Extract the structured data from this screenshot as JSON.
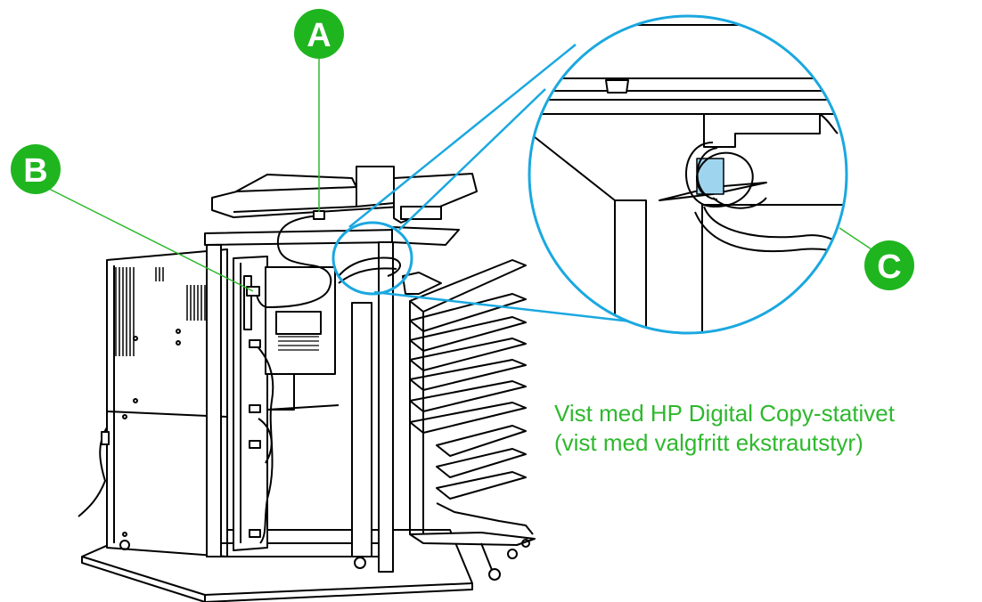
{
  "callouts": {
    "a": {
      "letter": "A"
    },
    "b": {
      "letter": "B"
    },
    "c": {
      "letter": "C"
    }
  },
  "caption": {
    "line1": "Vist med HP Digital Copy-stativet",
    "line2": "(vist med valgfritt ekstrautstyr)"
  },
  "colors": {
    "callout_fill": "#1fb51f",
    "leader_line": "#2eb82e",
    "zoom_outline": "#1aa8e0",
    "caption_text": "#2eb82e",
    "line_art": "#000000"
  }
}
